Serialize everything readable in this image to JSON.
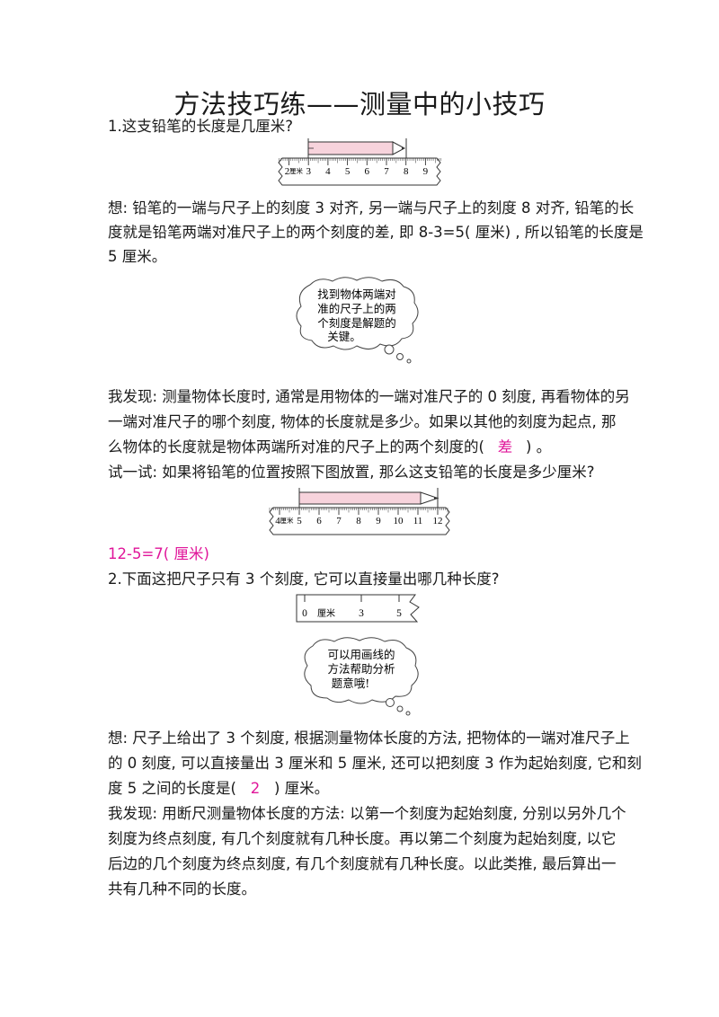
{
  "title": "方法技巧练——测量中的小技巧",
  "q1": {
    "question": "1.这支铅笔的长度是几厘米?",
    "ruler": {
      "unit_label": "厘米",
      "first_label": "2",
      "ticks": [
        "3",
        "4",
        "5",
        "6",
        "7",
        "8",
        "9"
      ],
      "pencil_from": 3,
      "pencil_to": 8
    },
    "think": [
      "想: 铅笔的一端与尺子上的刻度 3 对齐, 另一端与尺子上的刻度 8 对齐, 铅笔的长",
      "度就是铅笔两端对准尺子上的两个刻度的差, 即 8-3=5( 厘米) , 所以铅笔的长度是",
      "5 厘米。"
    ],
    "bubble": [
      "找到物体两端对",
      "准的尺子上的两",
      "个刻度是解题的",
      "关键。"
    ],
    "discover": [
      "我发现: 测量物体长度时, 通常是用物体的一端对准尺子的 0 刻度, 再看物体的另",
      "一端对准尺子的哪个刻度, 物体的长度就是多少。如果以其他的刻度为起点, 那"
    ],
    "discover_line3_before": "么物体的长度就是物体两端所对准的尺子上的两个刻度的(",
    "discover_answer": "差",
    "discover_line3_after": ") 。",
    "try": "试一试: 如果将铅笔的位置按照下图放置, 那么这支铅笔的长度是多少厘米?",
    "ruler2": {
      "unit_label": "厘米",
      "first_label": "4",
      "ticks": [
        "5",
        "6",
        "7",
        "8",
        "9",
        "10",
        "11",
        "12"
      ],
      "pencil_from": 5,
      "pencil_to": 12
    },
    "answer": "12-5=7( 厘米)"
  },
  "q2": {
    "question": "2.下面这把尺子只有 3 个刻度, 它可以直接量出哪几种长度?",
    "ruler": {
      "labels": [
        "0",
        "厘米",
        "3",
        "5"
      ]
    },
    "bubble": [
      "可以用画线的",
      "方法帮助分析",
      "题意哦!"
    ],
    "think_line1": "想: 尺子上给出了 3 个刻度, 根据测量物体长度的方法, 把物体的一端对准尺子上",
    "think_line2": "的 0 刻度, 可以直接量出 3 厘米和 5 厘米, 还可以把刻度 3 作为起始刻度, 它和刻",
    "think_line3_before": "度 5 之间的长度是(",
    "think_answer": "2",
    "think_line3_after": ") 厘米。",
    "discover": [
      "我发现: 用断尺测量物体长度的方法: 以第一个刻度为起始刻度, 分别以另外几个",
      "刻度为终点刻度, 有几个刻度就有几种长度。再以第二个刻度为起始刻度, 以它",
      "后边的几个刻度为终点刻度, 有几个刻度就有几种长度。以此类推, 最后算出一",
      "共有几种不同的长度。"
    ],
    "colors": {
      "accent": "#e0169a",
      "pencil": "#f7d3dc"
    }
  }
}
